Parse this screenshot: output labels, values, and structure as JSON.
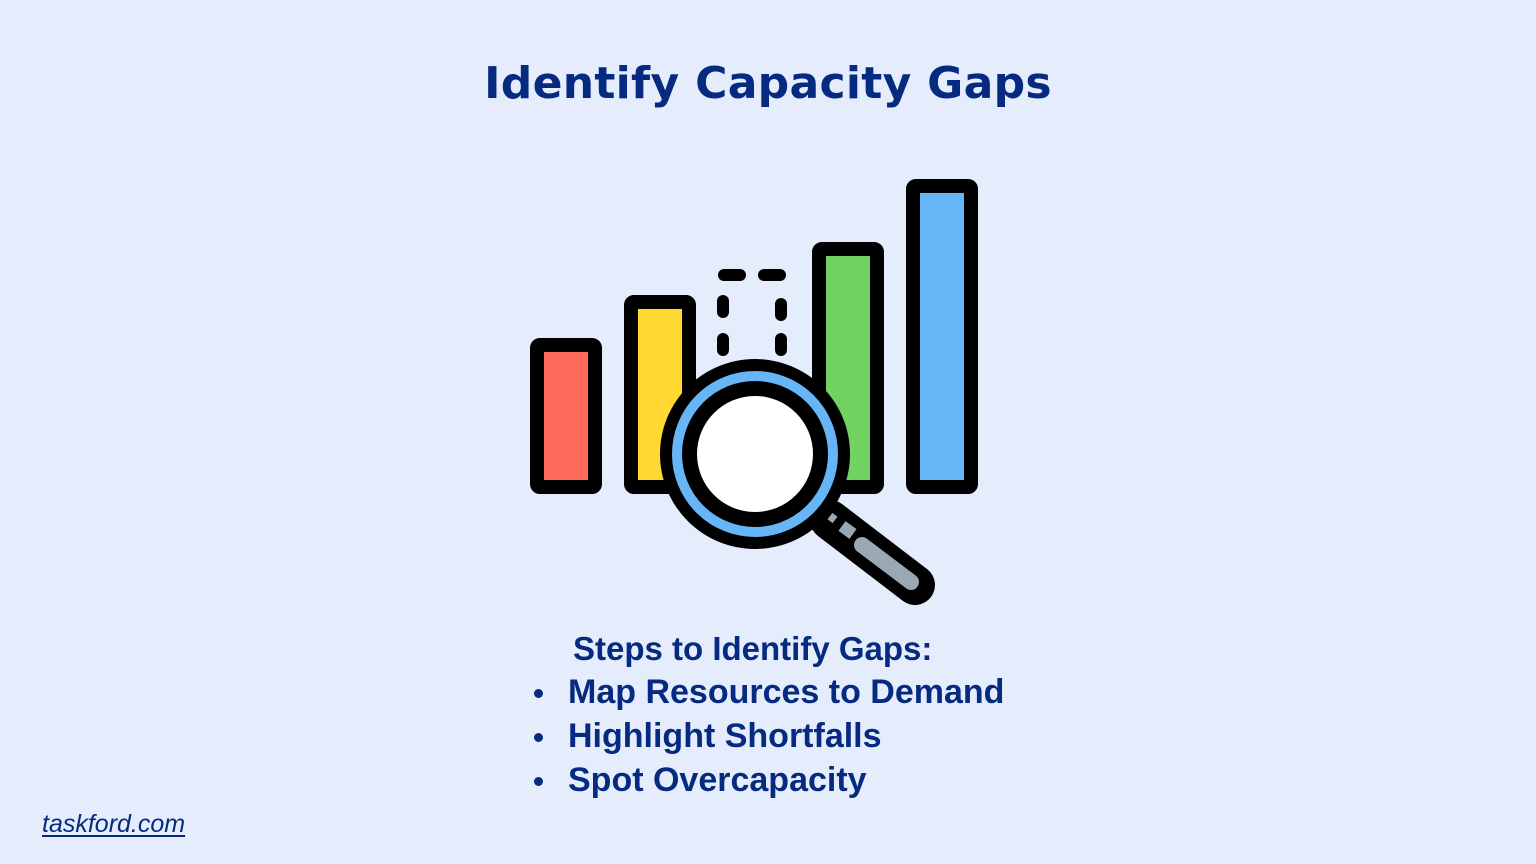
{
  "title": "Identify Capacity Gaps",
  "illustration": {
    "name": "bar-chart-with-magnifier",
    "bars": [
      {
        "name": "red-bar",
        "color": "#ff6b5b"
      },
      {
        "name": "yellow-bar",
        "color": "#ffd831"
      },
      {
        "name": "missing-bar-dashed",
        "color": "none"
      },
      {
        "name": "green-bar",
        "color": "#72d363"
      },
      {
        "name": "blue-bar",
        "color": "#66b5f6"
      }
    ],
    "magnifier": {
      "ring_color": "#66b5f6",
      "lens_color": "#ffffff",
      "handle_color": "#9aa8b3",
      "outline_color": "#000000"
    }
  },
  "steps": {
    "heading": "Steps to Identify Gaps:",
    "items": [
      "Map Resources to Demand",
      "Highlight Shortfalls",
      "Spot Overcapacity"
    ]
  },
  "footer": {
    "link_text": "taskford.com"
  },
  "colors": {
    "background": "#e5edfd",
    "text": "#062a80"
  }
}
